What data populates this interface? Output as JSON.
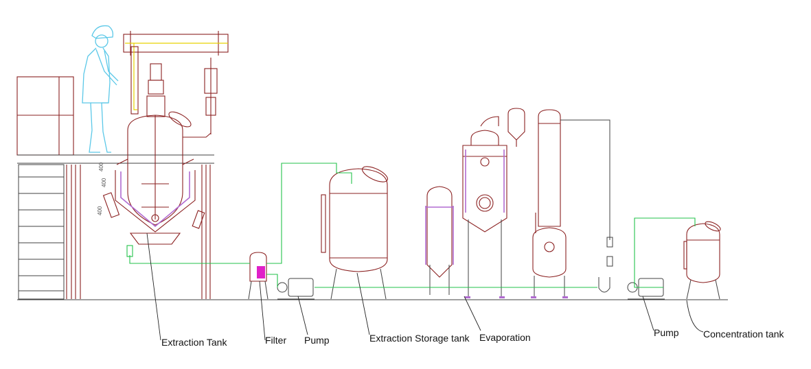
{
  "labels": {
    "extraction_tank": "Extraction Tank",
    "filter": "Filter",
    "pump_1": "Pump",
    "extraction_storage_tank": "Extraction Storage tank",
    "evaporation": "Evaporation",
    "pump_2": "Pump",
    "concentration_tank": "Concentration tank"
  },
  "dimension_marks": [
    "400",
    "400",
    "400"
  ],
  "colors": {
    "equipment_line": "#8a1f1f",
    "pipe_green": "#22c24a",
    "pipe_yellow": "#e6d200",
    "worker": "#5bc8e8",
    "jacket": "#b06ad0",
    "filter_fill": "#e020c8",
    "structure": "#404040",
    "leader": "#222222"
  },
  "icons": [
    "worker-figure",
    "platform-railing",
    "condenser",
    "agitator-motor"
  ]
}
